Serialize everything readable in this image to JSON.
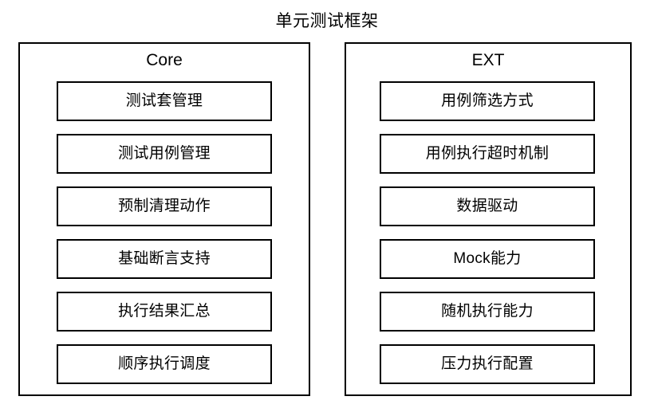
{
  "diagram": {
    "title": "单元测试框架",
    "panels": [
      {
        "id": "core",
        "header": "Core",
        "items": [
          {
            "label": "测试套管理"
          },
          {
            "label": "测试用例管理"
          },
          {
            "label": "预制清理动作"
          },
          {
            "label": "基础断言支持"
          },
          {
            "label": "执行结果汇总"
          },
          {
            "label": "顺序执行调度"
          }
        ]
      },
      {
        "id": "ext",
        "header": "EXT",
        "items": [
          {
            "label": "用例筛选方式"
          },
          {
            "label": "用例执行超时机制"
          },
          {
            "label": "数据驱动"
          },
          {
            "label": "Mock能力"
          },
          {
            "label": "随机执行能力"
          },
          {
            "label": "压力执行配置"
          }
        ]
      }
    ]
  },
  "colors": {
    "background": "#ffffff",
    "border": "#000000",
    "text": "#000000"
  }
}
